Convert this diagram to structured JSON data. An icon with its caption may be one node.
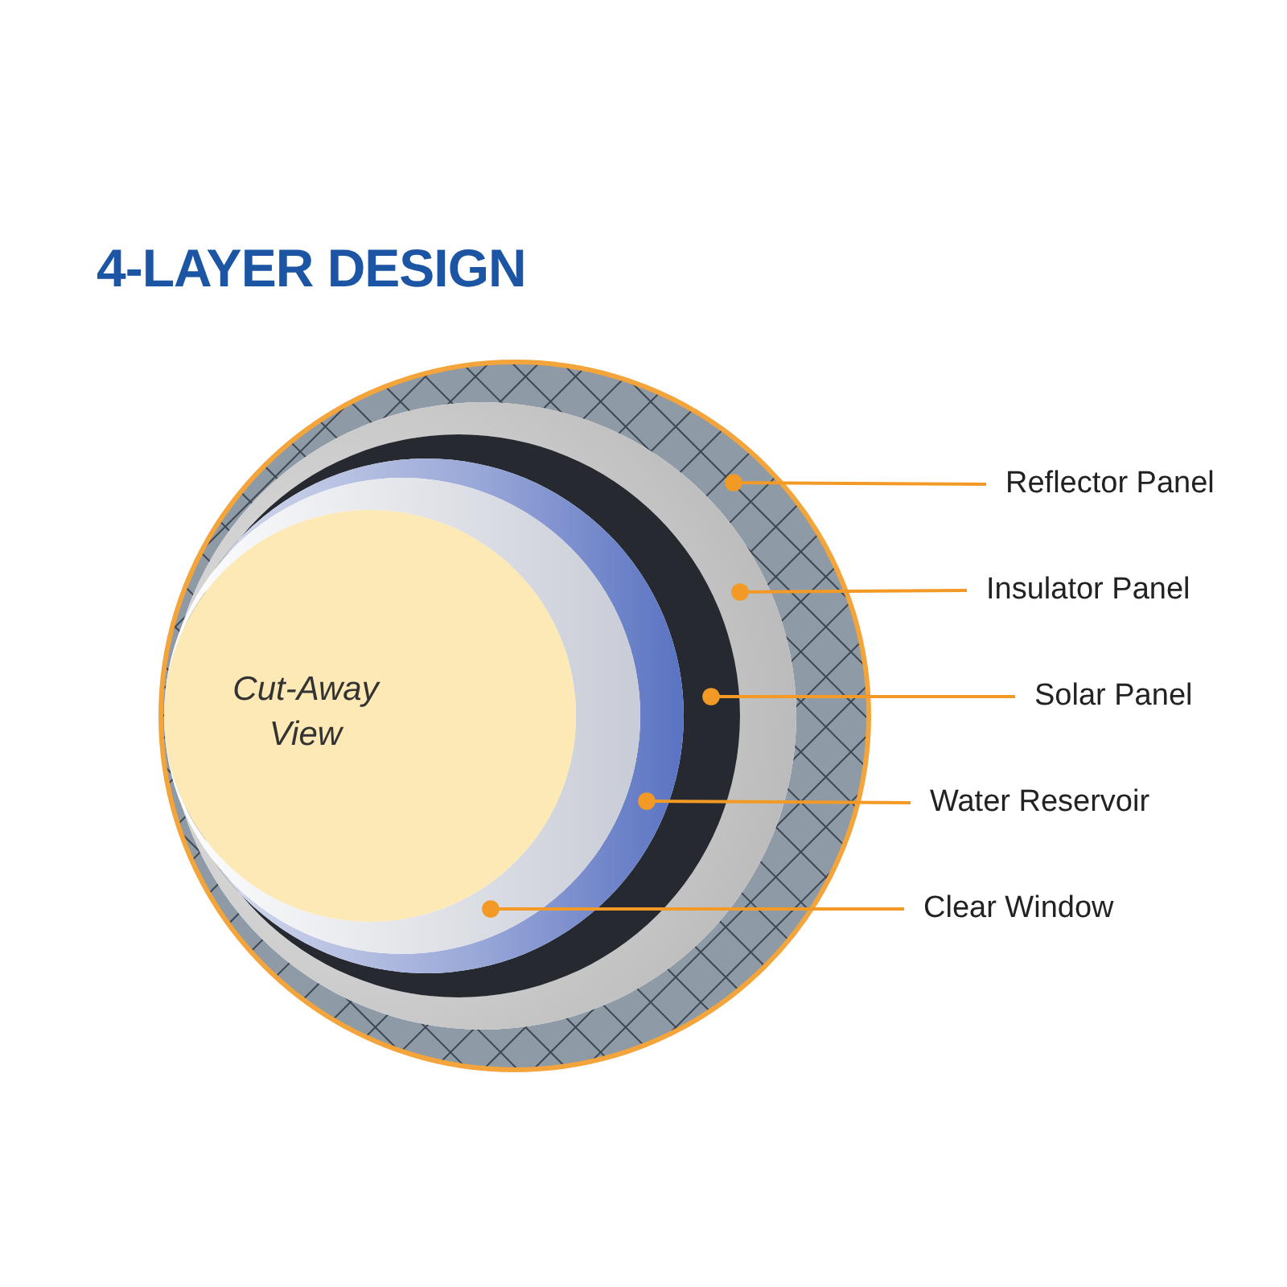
{
  "diagram": {
    "title": "4-LAYER DESIGN",
    "nodes": [
      {
        "text": [
          "Cut-Away View"
        ],
        "in": 10
      },
      {
        "text": [
          "Reflector Panel"
        ]
      },
      {
        "text": [
          "Insulator Panel"
        ]
      },
      {
        "text": [
          "Solar Panel"
        ]
      },
      {
        "text": [
          "Water Reservoir"
        ]
      },
      {
        "text": [
          "Clear Window"
        ]
      },
      {
        "text": [],
        "shape": "crescent"
      },
      {
        "text": [],
        "shape": "crescent",
        "in": 6
      },
      {
        "text": [],
        "shape": "crescent",
        "in": 7
      },
      {
        "text": [],
        "shape": "crescent",
        "in": 8
      },
      {
        "text": [],
        "shape": "crescent",
        "in": 9
      }
    ],
    "edges": [
      {
        "from": 1,
        "to": 6,
        "arrow": "other"
      },
      {
        "from": 2,
        "to": 7,
        "arrow": "other"
      },
      {
        "from": 3,
        "to": 8,
        "arrow": "other"
      },
      {
        "from": 4,
        "to": 9,
        "arrow": "other"
      },
      {
        "from": 5,
        "to": 10,
        "arrow": "other"
      }
    ]
  }
}
